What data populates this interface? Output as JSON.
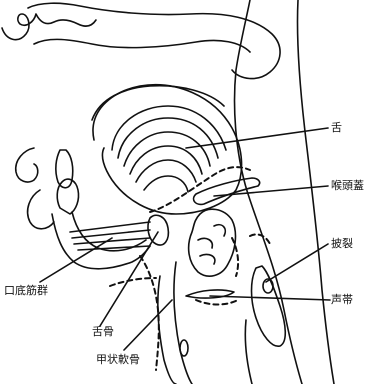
{
  "labels": {
    "tongue": "舌",
    "epiglottis": "喉頭蓋",
    "arytenoid": "披裂",
    "floor_of_mouth_muscles": "口底筋群",
    "vocal_cords": "声帯",
    "hyoid_bone": "舌骨",
    "thyroid_cartilage": "甲状軟骨"
  }
}
